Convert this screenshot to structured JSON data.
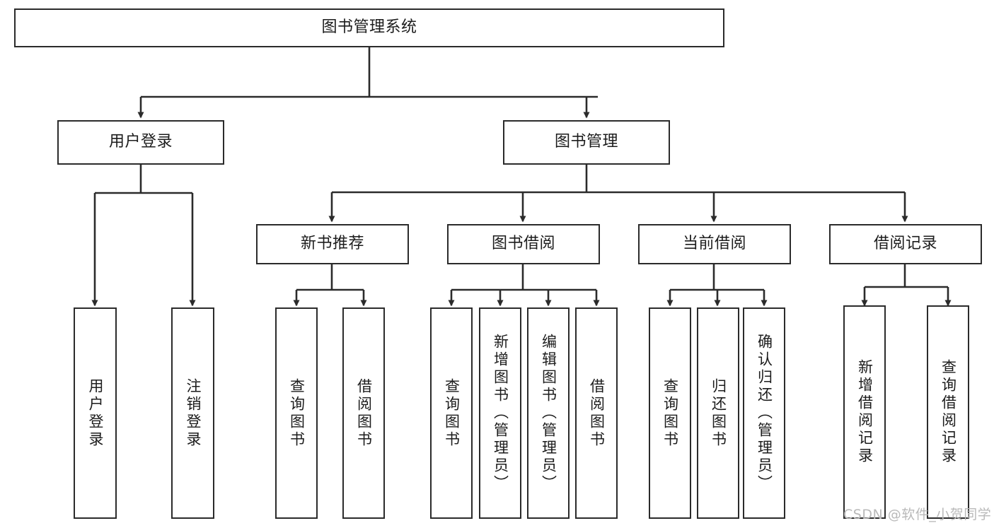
{
  "diagram": {
    "type": "hierarchy-tree",
    "title": "图书管理系统",
    "watermark": "CSDN @软件_小贺同学",
    "colors": {
      "stroke": "#2b2b2b",
      "fill": "#ffffff",
      "text": "#1c1c1c",
      "watermark": "#b9b9b9"
    },
    "nodes": {
      "root": {
        "label": "图书管理系统",
        "level": 1
      },
      "l2": [
        {
          "id": "user-login",
          "label": "用户登录",
          "level": 2
        },
        {
          "id": "book-manage",
          "label": "图书管理",
          "level": 2
        }
      ],
      "l3": [
        {
          "id": "new-book-recommend",
          "label": "新书推荐",
          "level": 3,
          "parent": "book-manage"
        },
        {
          "id": "book-borrow",
          "label": "图书借阅",
          "level": 3,
          "parent": "book-manage"
        },
        {
          "id": "current-borrow",
          "label": "当前借阅",
          "level": 3,
          "parent": "book-manage"
        },
        {
          "id": "borrow-record",
          "label": "借阅记录",
          "level": 3,
          "parent": "book-manage"
        }
      ],
      "leaves": [
        {
          "id": "leaf-user-login",
          "label": "用户登录",
          "parent": "user-login"
        },
        {
          "id": "leaf-user-logout",
          "label": "注销登录",
          "parent": "user-login"
        },
        {
          "id": "leaf-query-book-1",
          "label": "查询图书",
          "parent": "new-book-recommend"
        },
        {
          "id": "leaf-borrow-book-1",
          "label": "借阅图书",
          "parent": "new-book-recommend"
        },
        {
          "id": "leaf-query-book-2",
          "label": "查询图书",
          "parent": "book-borrow"
        },
        {
          "id": "leaf-add-book",
          "label": "新增图书（管理员）",
          "parent": "book-borrow"
        },
        {
          "id": "leaf-edit-book",
          "label": "编辑图书（管理员）",
          "parent": "book-borrow"
        },
        {
          "id": "leaf-borrow-book-2",
          "label": "借阅图书",
          "parent": "book-borrow"
        },
        {
          "id": "leaf-query-book-3",
          "label": "查询图书",
          "parent": "current-borrow"
        },
        {
          "id": "leaf-return-book",
          "label": "归还图书",
          "parent": "current-borrow"
        },
        {
          "id": "leaf-confirm-return",
          "label": "确认归还（管理员）",
          "parent": "current-borrow"
        },
        {
          "id": "leaf-add-record",
          "label": "新增借阅记录",
          "parent": "borrow-record"
        },
        {
          "id": "leaf-query-record",
          "label": "查询借阅记录",
          "parent": "borrow-record"
        }
      ]
    }
  }
}
